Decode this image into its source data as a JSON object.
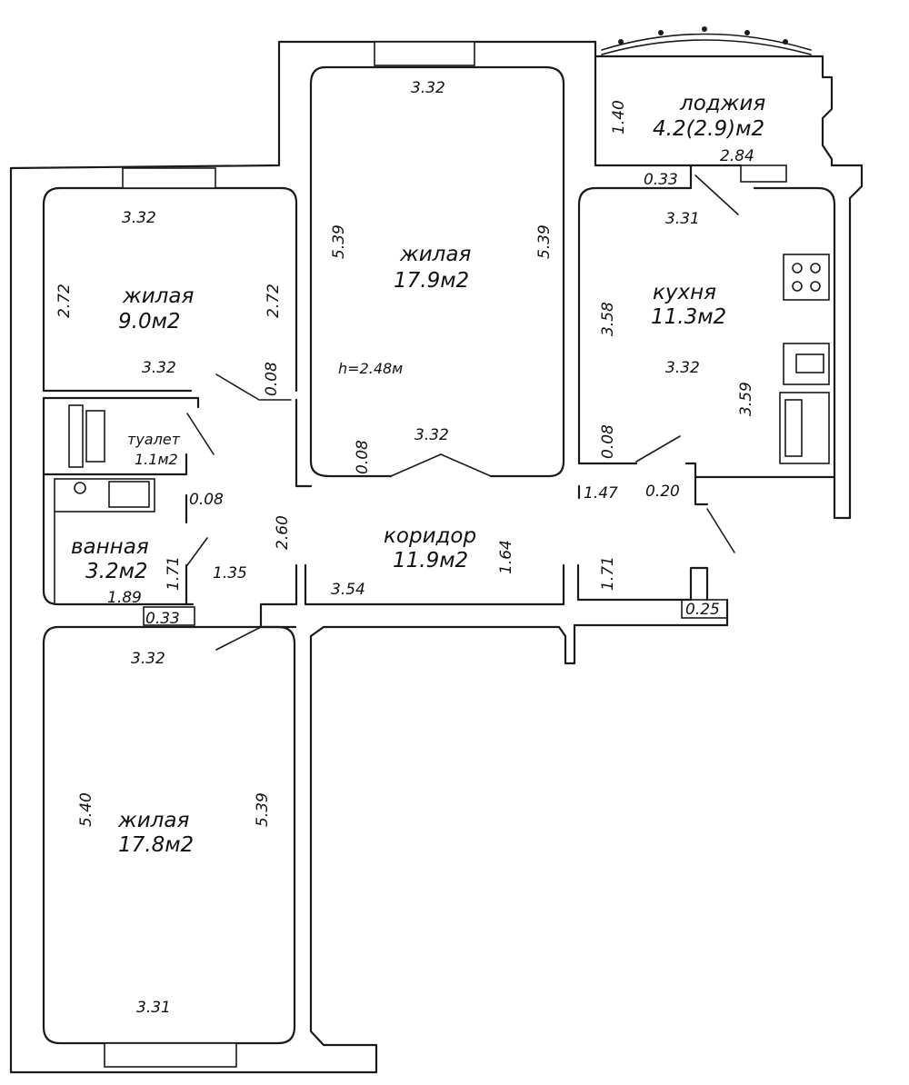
{
  "rooms": {
    "living_top": {
      "name": "жилая",
      "area": "17.9м2",
      "height": "h=2.48м"
    },
    "living_left": {
      "name": "жилая",
      "area": "9.0м2"
    },
    "living_bottom": {
      "name": "жилая",
      "area": "17.8м2"
    },
    "kitchen": {
      "name": "кухня",
      "area": "11.3м2"
    },
    "loggia": {
      "name": "лоджия",
      "area": "4.2(2.9)м2"
    },
    "toilet": {
      "name": "туалет",
      "area": "1.1м2"
    },
    "bath": {
      "name": "ванная",
      "area": "3.2м2"
    },
    "corridor": {
      "name": "коридор",
      "area": "11.9м2"
    }
  },
  "dims": {
    "top_width_a": "3.32",
    "top_height_l": "5.39",
    "top_height_r": "5.39",
    "top_width_b": "3.32",
    "left_width_a": "3.32",
    "left_height_l": "2.72",
    "left_height_r": "2.72",
    "left_width_b": "3.32",
    "left_wall": "0.08",
    "top_wall": "0.08",
    "kitchen_wall": "0.08",
    "loggia_depth": "1.40",
    "loggia_width": "2.84",
    "kitchen_wall_top": "0.33",
    "kitchen_width_a": "3.31",
    "kitchen_height": "3.58",
    "kitchen_width_b": "3.32",
    "kitchen_height_r": "3.59",
    "bath_wall": "0.08",
    "corr_height_a": "2.60",
    "bath_height": "1.71",
    "bath_width": "1.35",
    "bath_bottom": "1.89",
    "bath_wall_b": "0.33",
    "corr_length": "3.54",
    "corr_width": "1.64",
    "corr_right_h": "1.71",
    "corr_end": "1.47",
    "corr_wall": "0.20",
    "corr_wall_b": "0.25",
    "bottom_width_a": "3.32",
    "bottom_height_l": "5.40",
    "bottom_height_r": "5.39",
    "bottom_width_b": "3.31"
  }
}
